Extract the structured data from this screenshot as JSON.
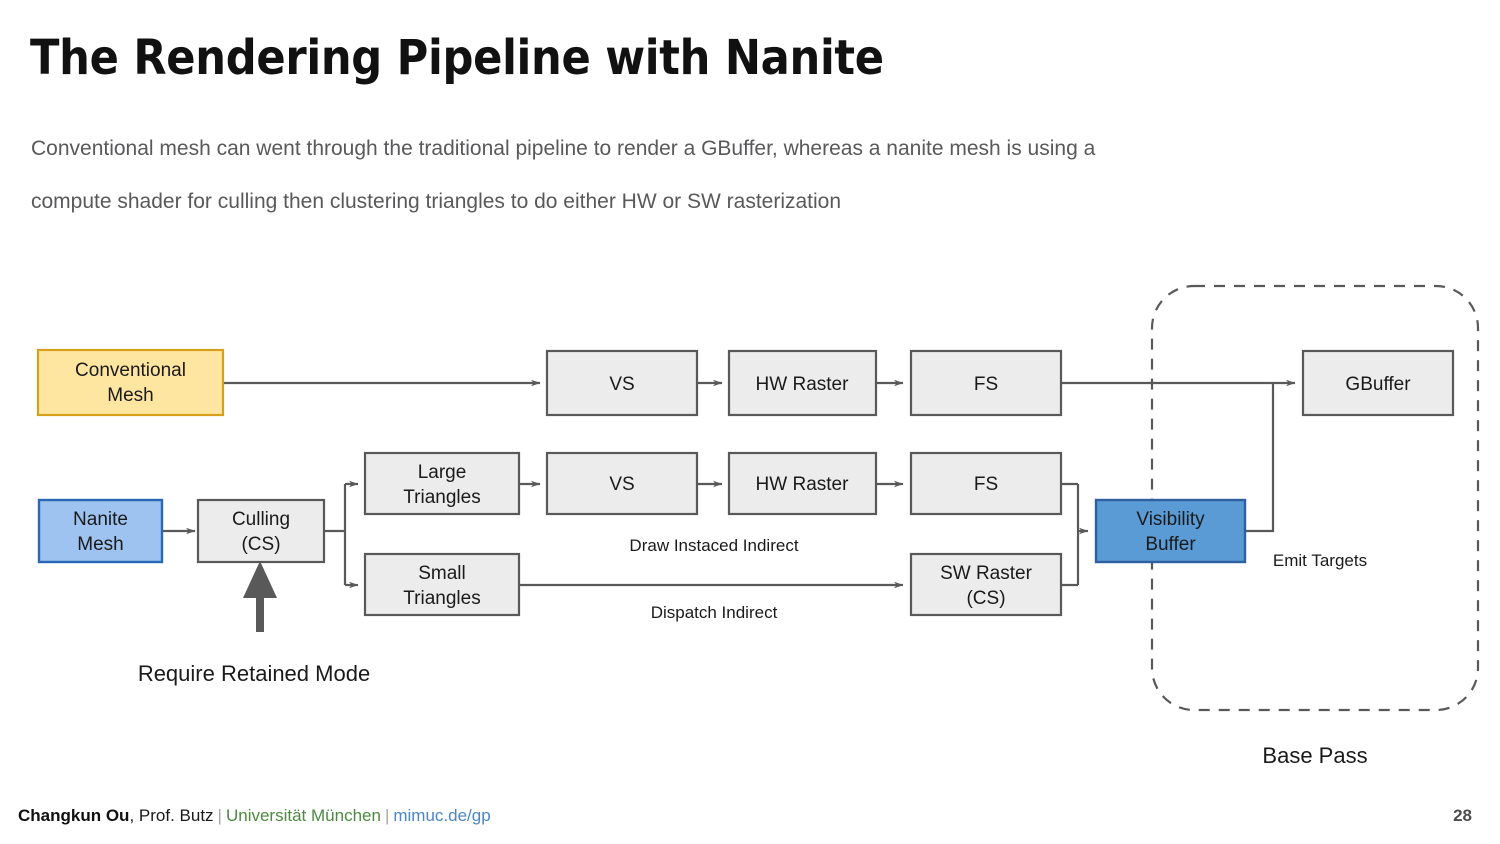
{
  "slide": {
    "title": "The Rendering Pipeline with Nanite",
    "subtitle_line1": "Conventional mesh can went through the traditional pipeline to render a GBuffer, whereas a nanite mesh is using a",
    "subtitle_line2": "compute shader for culling then clustering triangles to do either HW or SW rasterization",
    "page_number": "28"
  },
  "footer": {
    "author": "Changkun Ou",
    "coauthor": ", Prof. Butz",
    "separator": "|",
    "university": "Universität München",
    "link": "mimuc.de/gp"
  },
  "diagram": {
    "nodes": {
      "conventional_mesh": "Conventional\nMesh",
      "conventional_mesh_l1": "Conventional",
      "conventional_mesh_l2": "Mesh",
      "nanite_mesh_l1": "Nanite",
      "nanite_mesh_l2": "Mesh",
      "culling_l1": "Culling",
      "culling_l2": "(CS)",
      "large_tri_l1": "Large",
      "large_tri_l2": "Triangles",
      "small_tri_l1": "Small",
      "small_tri_l2": "Triangles",
      "vs_top": "VS",
      "hw_raster_top": "HW Raster",
      "fs_top": "FS",
      "vs_mid": "VS",
      "hw_raster_mid": "HW Raster",
      "fs_mid": "FS",
      "sw_raster_l1": "SW Raster",
      "sw_raster_l2": "(CS)",
      "visibility_buffer_l1": "Visibility",
      "visibility_buffer_l2": "Buffer",
      "gbuffer": "GBuffer"
    },
    "annotations": {
      "draw_instanced_indirect": "Draw Instaced Indirect",
      "dispatch_indirect": "Dispatch Indirect",
      "emit_targets": "Emit Targets",
      "require_retained_mode": "Require Retained Mode",
      "base_pass": "Base Pass"
    },
    "colors": {
      "conventional_fill": "#ffe6a0",
      "conventional_stroke": "#d6a01d",
      "conventional_text": "#b06a12",
      "nanite_fill": "#9ec3f0",
      "nanite_stroke": "#2a67b5",
      "nanite_text": "#1155cc",
      "visibility_fill": "#5b9bd5",
      "visibility_stroke": "#2e5f9e",
      "visibility_text": "#ffffff",
      "gray_fill": "#ececec",
      "gray_stroke": "#595959",
      "connector": "#595959",
      "thick_arrow": "#595959",
      "dashed_border": "#595959"
    }
  }
}
